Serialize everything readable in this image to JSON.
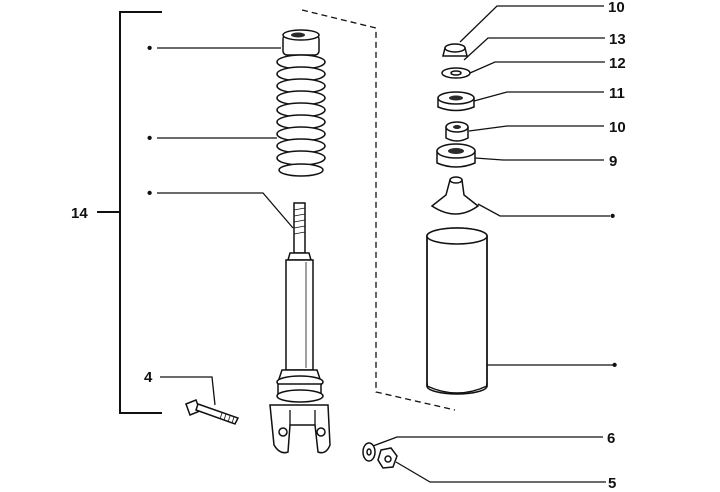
{
  "diagram": {
    "callouts": {
      "n10_top": "10",
      "n13": "13",
      "n12": "12",
      "n11": "11",
      "n10": "10",
      "n9": "9",
      "n14": "14",
      "n4": "4",
      "n6": "6",
      "n5": "5"
    },
    "marker_glyph": "•"
  }
}
